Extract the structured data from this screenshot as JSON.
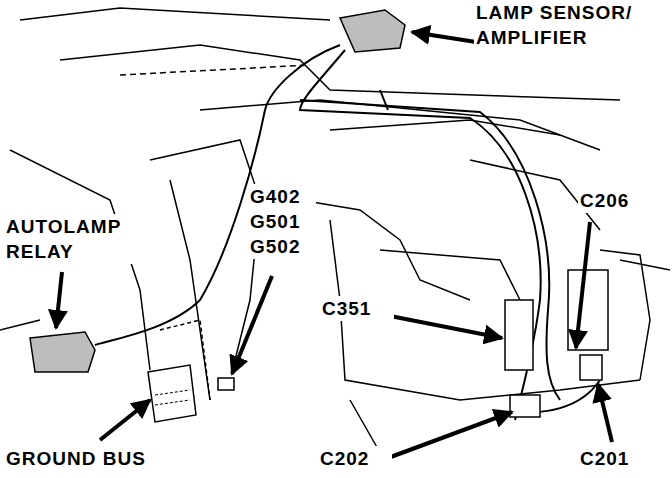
{
  "diagram": {
    "labels": [
      "LAMP SENSOR/ AMPLIFIER",
      "AUTOLAMP RELAY",
      "G402 G501 G502",
      "C206",
      "C351",
      "C202",
      "C201",
      "GROUND BUS"
    ]
  }
}
